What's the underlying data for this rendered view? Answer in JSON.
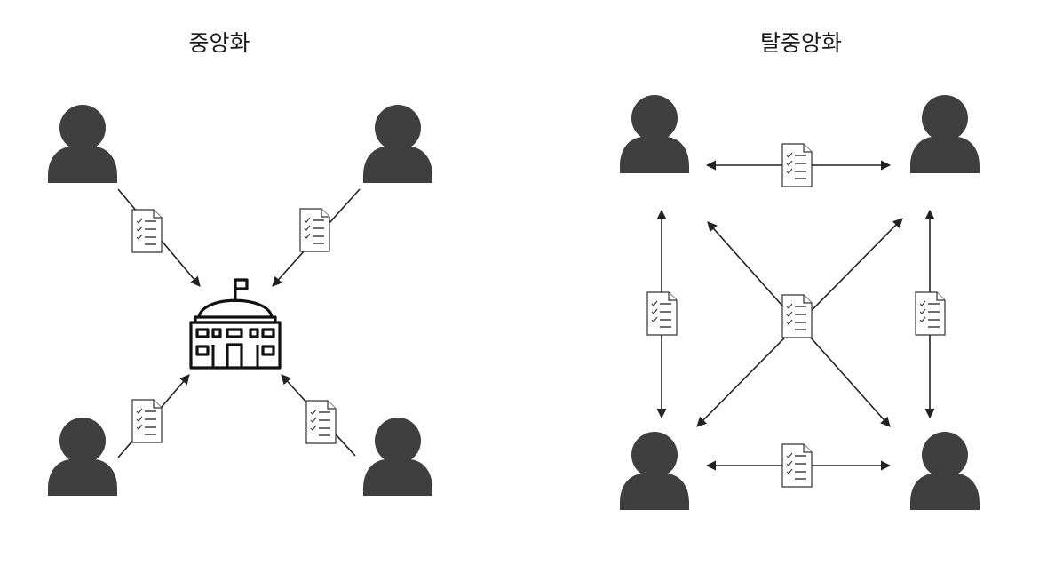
{
  "diagrams": [
    {
      "title": "중앙화",
      "hub": {
        "icon": "government-building-icon"
      },
      "users": [
        {
          "id": "top-left",
          "icon": "user-icon"
        },
        {
          "id": "top-right",
          "icon": "user-icon"
        },
        {
          "id": "bottom-left",
          "icon": "user-icon"
        },
        {
          "id": "bottom-right",
          "icon": "user-icon"
        }
      ],
      "links": [
        {
          "from": "top-left",
          "to": "hub",
          "direction": "to-hub",
          "document": "checklist-document-icon"
        },
        {
          "from": "top-right",
          "to": "hub",
          "direction": "to-hub",
          "document": "checklist-document-icon"
        },
        {
          "from": "bottom-left",
          "to": "hub",
          "direction": "to-hub",
          "document": "checklist-document-icon"
        },
        {
          "from": "bottom-right",
          "to": "hub",
          "direction": "to-hub",
          "document": "checklist-document-icon"
        }
      ]
    },
    {
      "title": "탈중앙화",
      "users": [
        {
          "id": "top-left",
          "icon": "user-icon"
        },
        {
          "id": "top-right",
          "icon": "user-icon"
        },
        {
          "id": "bottom-left",
          "icon": "user-icon"
        },
        {
          "id": "bottom-right",
          "icon": "user-icon"
        }
      ],
      "links": [
        {
          "between": [
            "top-left",
            "top-right"
          ],
          "direction": "both",
          "document": "checklist-document-icon"
        },
        {
          "between": [
            "bottom-left",
            "bottom-right"
          ],
          "direction": "both",
          "document": "checklist-document-icon"
        },
        {
          "between": [
            "top-left",
            "bottom-left"
          ],
          "direction": "both",
          "document": "checklist-document-icon"
        },
        {
          "between": [
            "top-right",
            "bottom-right"
          ],
          "direction": "both",
          "document": "checklist-document-icon"
        },
        {
          "between": [
            "top-left",
            "bottom-right"
          ],
          "direction": "both",
          "document": "checklist-document-icon"
        },
        {
          "between": [
            "top-right",
            "bottom-left"
          ],
          "direction": "both",
          "document": "checklist-document-icon"
        }
      ]
    }
  ],
  "colors": {
    "user": "#3f3f3f",
    "line": "#222222",
    "building": "#111111",
    "background": "#ffffff"
  }
}
